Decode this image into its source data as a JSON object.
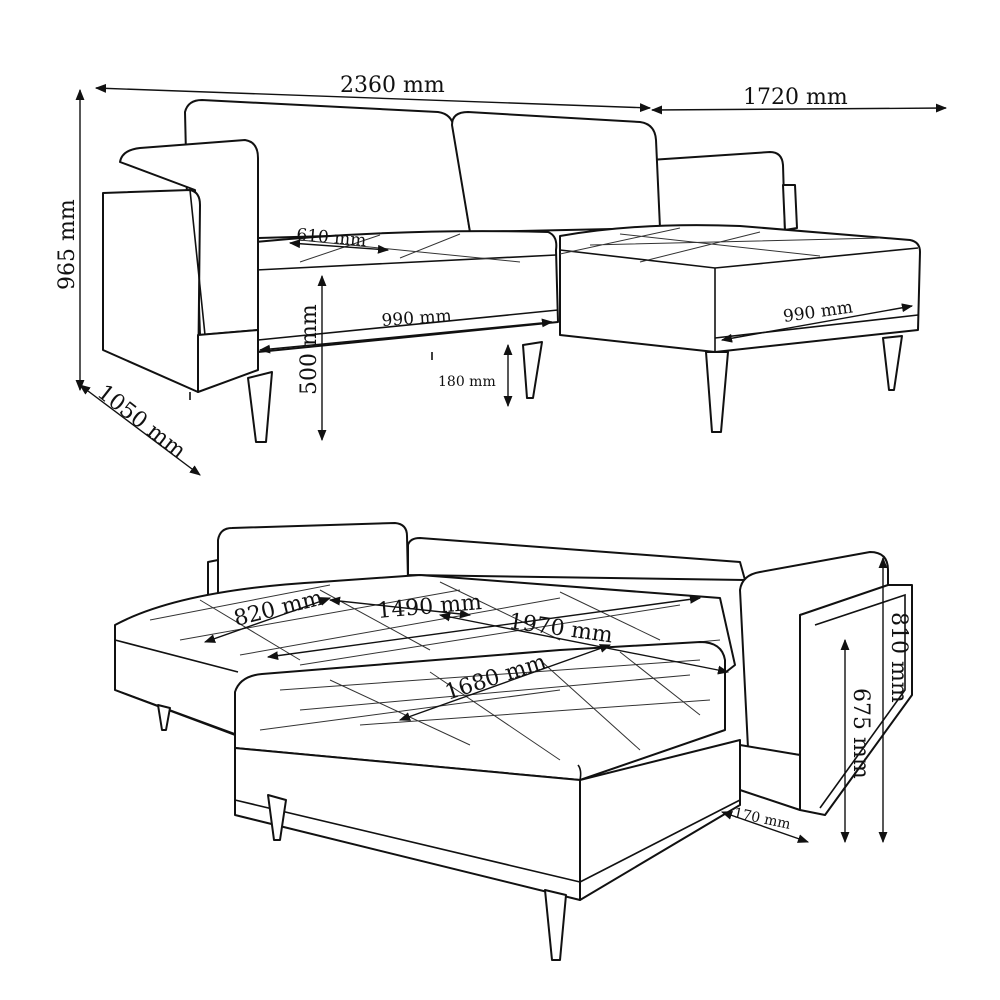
{
  "top_view": {
    "overall_width": "2360 mm",
    "chaise_length": "1720 mm",
    "height": "965 mm",
    "depth": "1050 mm",
    "seat_depth": "610 mm",
    "seat_width": "990 mm",
    "chaise_width": "990 mm",
    "seat_height": "500 mm",
    "leg_height": "180 mm"
  },
  "bottom_view": {
    "bed_width_back": "820 mm",
    "bed_width_mid": "1490 mm",
    "bed_length": "1970 mm",
    "bed_front_length": "1680 mm",
    "arm_height": "810 mm",
    "arm_inner_height": "675 mm",
    "arm_width": "170 mm"
  }
}
